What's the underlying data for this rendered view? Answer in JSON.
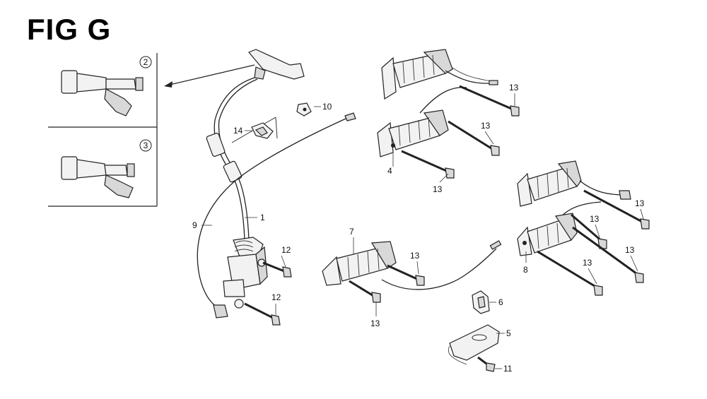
{
  "figure": {
    "title": "FIG G"
  },
  "variants": [
    {
      "circle": "2"
    },
    {
      "circle": "3"
    }
  ],
  "callouts": {
    "c1": "1",
    "c4": "4",
    "c5": "5",
    "c6": "6",
    "c7": "7",
    "c8": "8",
    "c9": "9",
    "c10": "10",
    "c11": "11",
    "c12a": "12",
    "c12b": "12",
    "c13a": "13",
    "c13b": "13",
    "c13c": "13",
    "c13d": "13",
    "c13e": "13",
    "c13f": "13",
    "c13g": "13",
    "c13h": "13",
    "c14": "14"
  }
}
